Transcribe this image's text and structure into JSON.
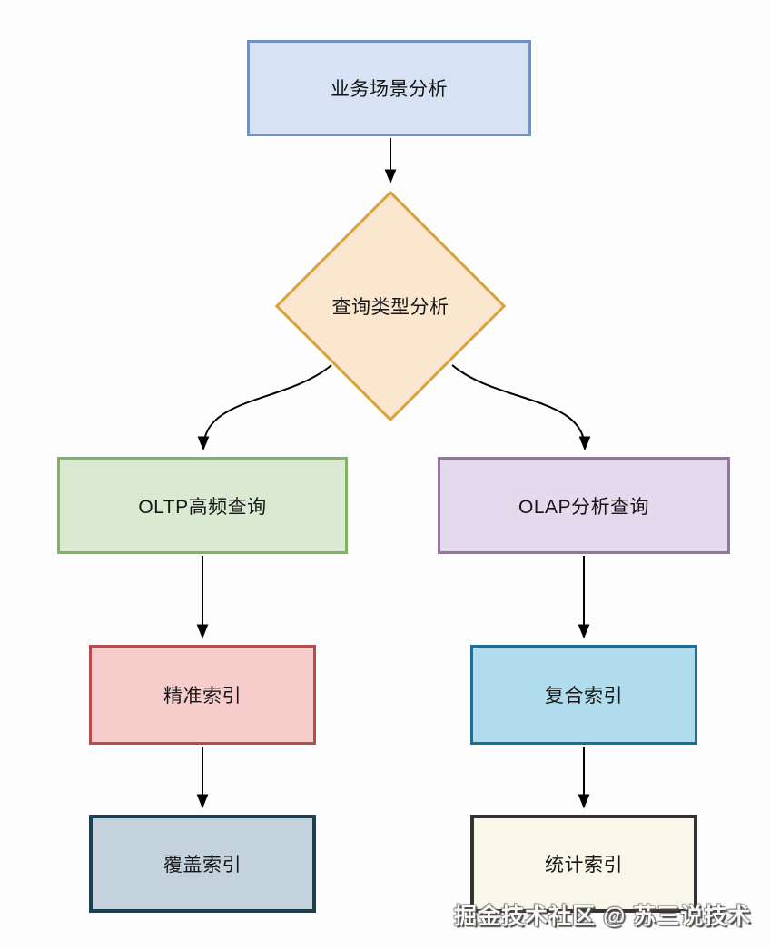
{
  "diagram": {
    "type": "flowchart",
    "background": "#fdfdfd",
    "arrow_color": "#000000",
    "nodes": {
      "business_analysis": {
        "label": "业务场景分析",
        "shape": "rectangle",
        "fill": "#d7e3f4",
        "border": "#7191bf"
      },
      "query_type_analysis": {
        "label": "查询类型分析",
        "shape": "diamond",
        "fill": "#fbe7cd",
        "border": "#d7a33c"
      },
      "oltp_query": {
        "label": "OLTP高频查询",
        "shape": "rectangle",
        "fill": "#daead2",
        "border": "#83b266"
      },
      "olap_query": {
        "label": "OLAP分析查询",
        "shape": "rectangle",
        "fill": "#e4d9ed",
        "border": "#97739f"
      },
      "precise_index": {
        "label": "精准索引",
        "shape": "rectangle",
        "fill": "#f6cdcb",
        "border": "#b24f4c"
      },
      "composite_index": {
        "label": "复合索引",
        "shape": "rectangle",
        "fill": "#b0dcee",
        "border": "#1b6f94"
      },
      "covering_index": {
        "label": "覆盖索引",
        "shape": "rectangle",
        "fill": "#c4d2db",
        "border": "#1d3f51"
      },
      "statistics_index": {
        "label": "统计索引",
        "shape": "rectangle",
        "fill": "#f9f7ea",
        "border": "#333333"
      }
    },
    "edges": [
      {
        "from": "business_analysis",
        "to": "query_type_analysis",
        "style": "straight"
      },
      {
        "from": "query_type_analysis",
        "to": "oltp_query",
        "style": "curved"
      },
      {
        "from": "query_type_analysis",
        "to": "olap_query",
        "style": "curved"
      },
      {
        "from": "oltp_query",
        "to": "precise_index",
        "style": "straight"
      },
      {
        "from": "precise_index",
        "to": "covering_index",
        "style": "straight"
      },
      {
        "from": "olap_query",
        "to": "composite_index",
        "style": "straight"
      },
      {
        "from": "composite_index",
        "to": "statistics_index",
        "style": "straight"
      }
    ]
  },
  "watermark": {
    "text": "掘金技术社区 @ 苏三说技术"
  }
}
